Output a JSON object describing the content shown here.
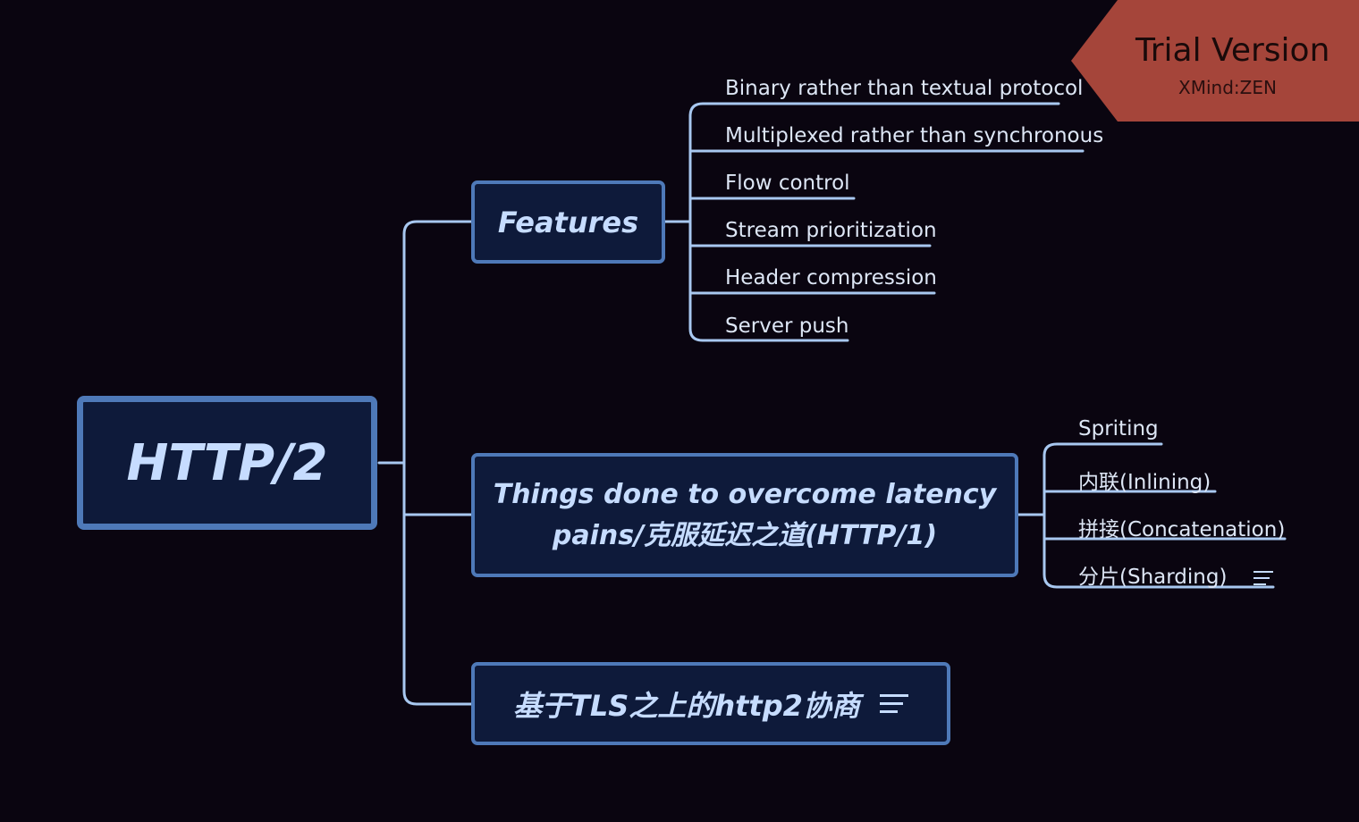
{
  "root": {
    "title": "HTTP/2"
  },
  "branches": [
    {
      "label": "Features",
      "children": [
        "Binary rather than textual protocol",
        "Multiplexed rather than synchronous",
        "Flow control",
        "Stream prioritization",
        "Header compression",
        "Server push"
      ]
    },
    {
      "label_line1": "Things done to overcome latency",
      "label_line2": "pains/克服延迟之道(HTTP/1)",
      "children": [
        "Spriting",
        "内联(Inlining)",
        "拼接(Concatenation)",
        "分片(Sharding)"
      ]
    },
    {
      "label": "基于TLS之上的http2协商"
    }
  ],
  "watermark": {
    "title": "Trial Version",
    "subtitle": "XMind:ZEN"
  },
  "colors": {
    "background": "#0a0510",
    "line": "#a8c8f0",
    "box_fill": "#0e1a3a",
    "box_border": "#4e79b8",
    "watermark": "#a5453a"
  },
  "icons": {
    "note": "note-icon"
  }
}
